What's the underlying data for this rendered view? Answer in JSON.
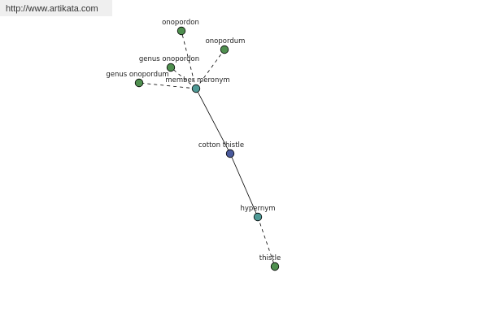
{
  "watermark": {
    "text": "http://www.artikata.com"
  },
  "graph": {
    "center": {
      "label": "cotton thistle",
      "color": "#4a5a9c"
    },
    "relations": {
      "member_meronym": {
        "label": "member meronym",
        "color": "#4f9a96"
      },
      "hypernym": {
        "label": "hypernym",
        "color": "#4f9a96"
      }
    },
    "terms": {
      "onopordon": {
        "label": "onopordon",
        "color": "#4f8f4f"
      },
      "onopordum": {
        "label": "onopordum",
        "color": "#4f8f4f"
      },
      "genus_onopordon": {
        "label": "genus onopordon",
        "color": "#4f8f4f"
      },
      "genus_onopordum": {
        "label": "genus onopordum",
        "color": "#4f8f4f"
      },
      "thistle": {
        "label": "thistle",
        "color": "#4f8f4f"
      }
    }
  }
}
